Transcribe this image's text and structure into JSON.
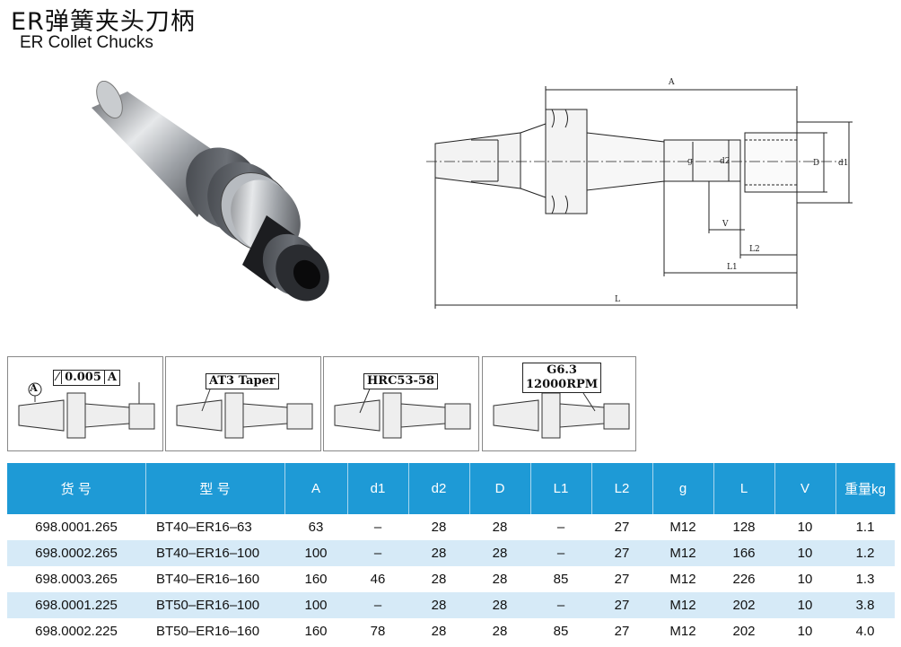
{
  "header": {
    "title_cn": "ER弹簧夹头刀柄",
    "title_en": "ER Collet Chucks"
  },
  "drawing": {
    "labels": {
      "A": "A",
      "g": "g",
      "d2": "d2",
      "D": "D",
      "d1": "d1",
      "V": "V",
      "L2": "L2",
      "L1": "L1",
      "L": "L"
    }
  },
  "features": [
    {
      "callout": "A",
      "tol_symbol": "⁄",
      "tol_value": "0.005",
      "datum": "A"
    },
    {
      "label": "AT3 Taper"
    },
    {
      "label": "HRC53-58"
    },
    {
      "line1": "G6.3",
      "line2": "12000RPM"
    }
  ],
  "table": {
    "headers": [
      "货 号",
      "型 号",
      "A",
      "d1",
      "d2",
      "D",
      "L1",
      "L2",
      "g",
      "L",
      "V",
      "重量kg"
    ],
    "rows": [
      [
        "698.0001.265",
        "BT40–ER16–63",
        "63",
        "–",
        "28",
        "28",
        "–",
        "27",
        "M12",
        "128",
        "10",
        "1.1"
      ],
      [
        "698.0002.265",
        "BT40–ER16–100",
        "100",
        "–",
        "28",
        "28",
        "–",
        "27",
        "M12",
        "166",
        "10",
        "1.2"
      ],
      [
        "698.0003.265",
        "BT40–ER16–160",
        "160",
        "46",
        "28",
        "28",
        "85",
        "27",
        "M12",
        "226",
        "10",
        "1.3"
      ],
      [
        "698.0001.225",
        "BT50–ER16–100",
        "100",
        "–",
        "28",
        "28",
        "–",
        "27",
        "M12",
        "202",
        "10",
        "3.8"
      ],
      [
        "698.0002.225",
        "BT50–ER16–160",
        "160",
        "78",
        "28",
        "28",
        "85",
        "27",
        "M12",
        "202",
        "10",
        "4.0"
      ]
    ]
  }
}
